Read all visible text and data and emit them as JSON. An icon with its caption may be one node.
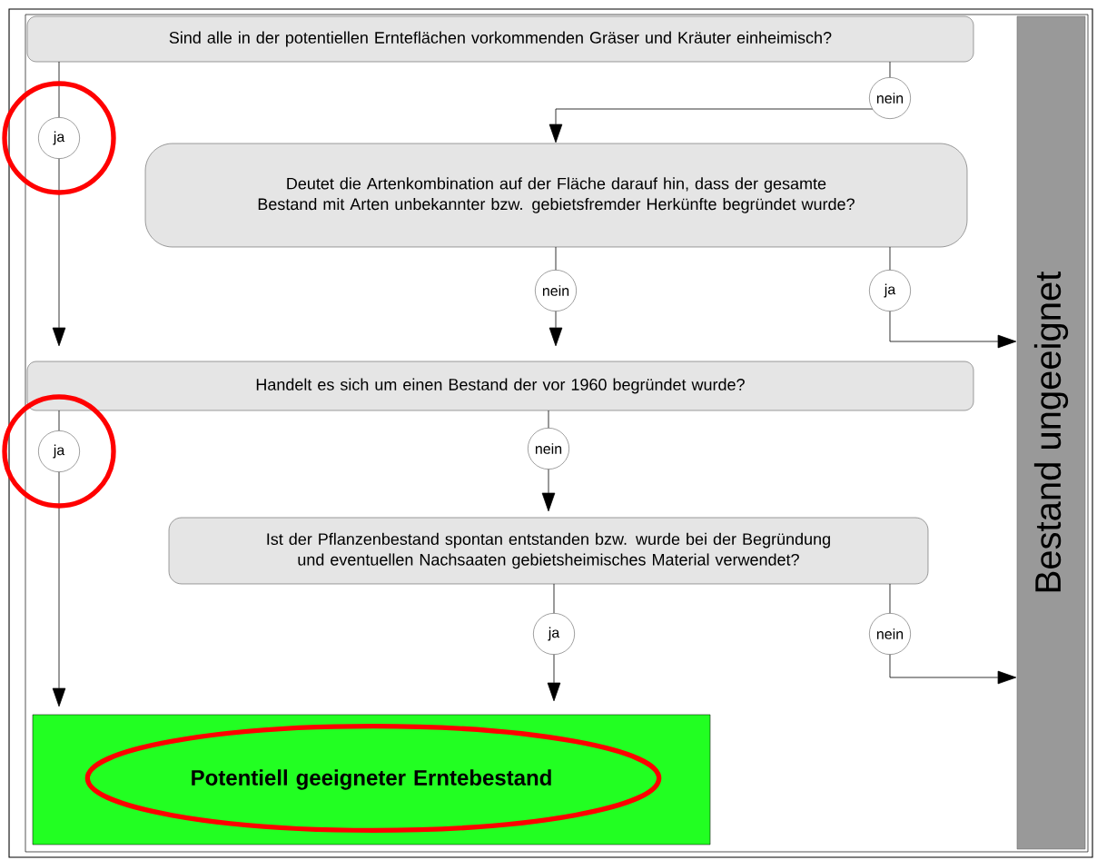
{
  "diagram": {
    "nodes": [
      {
        "text": [
          "Sind alle in der potentiellen Ernteflächen vorkommenden Gräser und Kräuter einheimisch?"
        ]
      },
      {
        "text": [
          "Deutet die Artenkombination auf der Fläche darauf hin, dass der gesamte Bestand mit Arten unbekannter bzw. gebietsfremder Herkünfte begründet wurde?"
        ]
      },
      {
        "text": [
          "Handelt es sich um einen Bestand der vor 1960 begründet wurde?"
        ]
      },
      {
        "text": [
          "Ist der Pflanzenbestand spontan entstanden bzw. wurde bei der Begründung und eventuellen Nachsaaten gebietsheimisches Material verwendet?"
        ]
      },
      {
        "text": [
          "Potentiell geeigneter Erntebestand"
        ]
      },
      {
        "text": [
          "Bestand ungeeignet"
        ]
      }
    ],
    "edges": [
      {
        "from": 0,
        "to": 2,
        "arrow": "to",
        "label": "ja"
      },
      {
        "from": 0,
        "to": 1,
        "arrow": "to",
        "label": "nein"
      },
      {
        "from": 1,
        "to": 2,
        "arrow": "to",
        "label": "nein"
      },
      {
        "from": 1,
        "to": 5,
        "arrow": "to",
        "label": "ja"
      },
      {
        "from": 2,
        "to": 4,
        "arrow": "to",
        "label": "ja"
      },
      {
        "from": 2,
        "to": 3,
        "arrow": "to",
        "label": "nein"
      },
      {
        "from": 3,
        "to": 4,
        "arrow": "to",
        "label": "ja"
      },
      {
        "from": 3,
        "to": 5,
        "arrow": "to",
        "label": "nein"
      }
    ]
  }
}
